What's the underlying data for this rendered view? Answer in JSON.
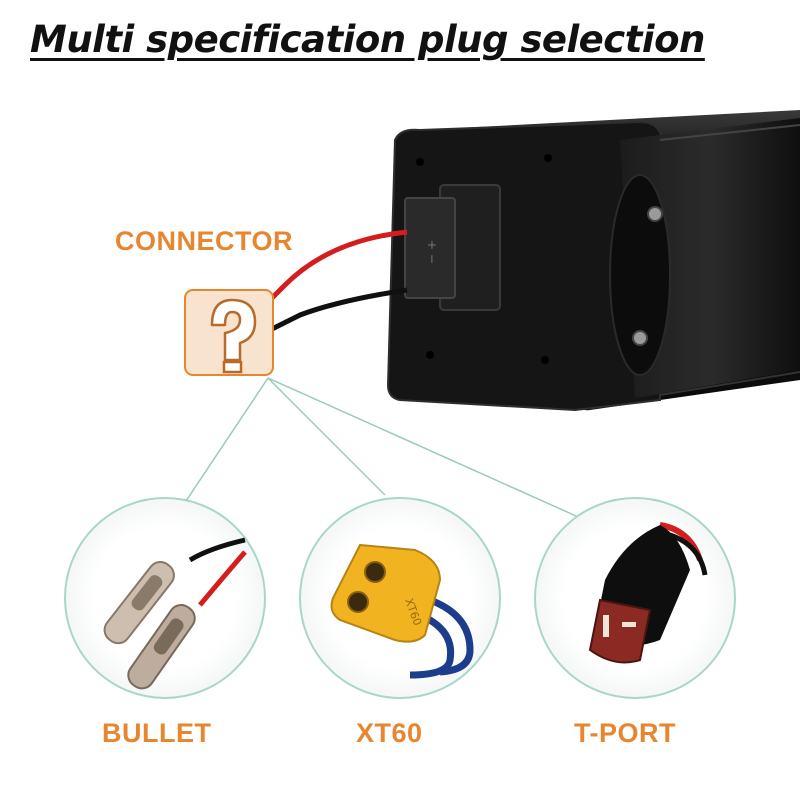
{
  "title": "Multi specification plug selection",
  "labels": {
    "connector": "CONNECTOR",
    "bullet": "BULLET",
    "xt60": "XT60",
    "tport": "T-PORT"
  },
  "colors": {
    "label_orange": "#E8862F",
    "title": "#111111",
    "guide_lines": "#9BCBBE",
    "battery_body": "#121212",
    "wire_red": "#D41E1E",
    "wire_black": "#101010",
    "xt60_yellow": "#F2B321",
    "tport_red": "#8A2A22"
  },
  "icons": [
    "question-mark-box-icon"
  ]
}
